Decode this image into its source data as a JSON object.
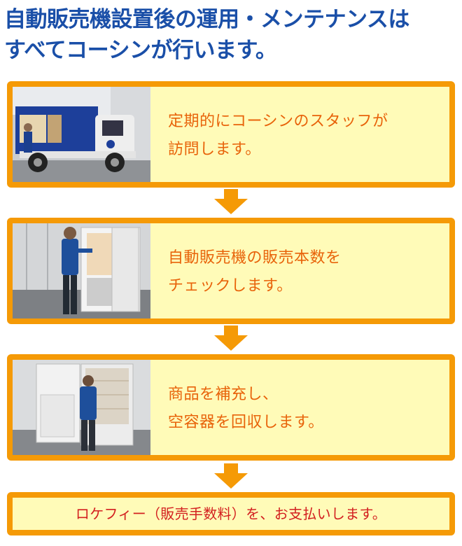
{
  "headline": {
    "line1": "自動販売機設置後の運用・メンテナンスは",
    "line2": "すべてコーシンが行います。"
  },
  "steps": [
    {
      "photo_icon": "delivery-truck-photo",
      "line1": "定期的にコーシンのスタッフが",
      "line2": "訪問します。"
    },
    {
      "photo_icon": "staff-checking-vending-machine-photo",
      "line1": "自動販売機の販売本数を",
      "line2": "チェックします。"
    },
    {
      "photo_icon": "staff-restocking-vending-machine-photo",
      "line1": "商品を補充し、",
      "line2": "空容器を回収します。"
    }
  ],
  "final": {
    "label": "ロケフィー（販売手数料）を、お支払いします。"
  },
  "colors": {
    "headline": "#1a4fa8",
    "border": "#f59a06",
    "box_bg": "#fffbb8",
    "step_text": "#e8630a",
    "final_text": "#d32020",
    "arrow": "#f59a06"
  }
}
